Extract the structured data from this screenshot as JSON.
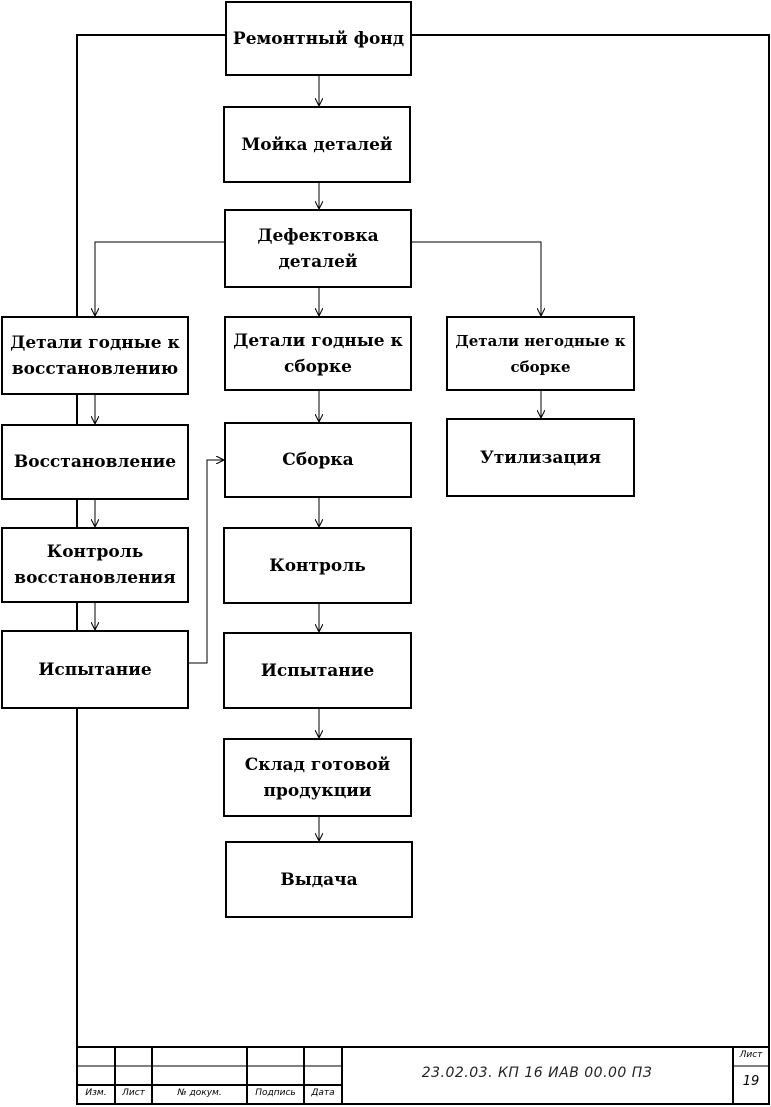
{
  "nodes": {
    "remontny_fond": "Ремонтный фонд",
    "moyka": "Мойка деталей",
    "defektovka": "Дефектовка деталей",
    "godnye_vosst": "Детали годные к восстановлению",
    "godnye_sborke": "Детали годные к сборке",
    "negodnye": "Детали негодные к сборке",
    "vosstanovlenie": "Восстановление",
    "kontrol_vosst": "Контроль восстановления",
    "ispytanie_left": "Испытание",
    "sborka": "Сборка",
    "kontrol": "Контроль",
    "ispytanie_center": "Испытание",
    "sklad": "Склад готовой продукции",
    "vydacha": "Выдача",
    "utilizaciya": "Утилизация"
  },
  "title_block": {
    "col_izm": "Изм.",
    "col_list": "Лист",
    "col_dokum": "№ докум.",
    "col_podpis": "Подпись",
    "col_data": "Дата",
    "doc_code": "23.02.03. КП 16 ИАВ 00.00 ПЗ",
    "sheet_label": "Лист",
    "sheet_number": "19"
  }
}
